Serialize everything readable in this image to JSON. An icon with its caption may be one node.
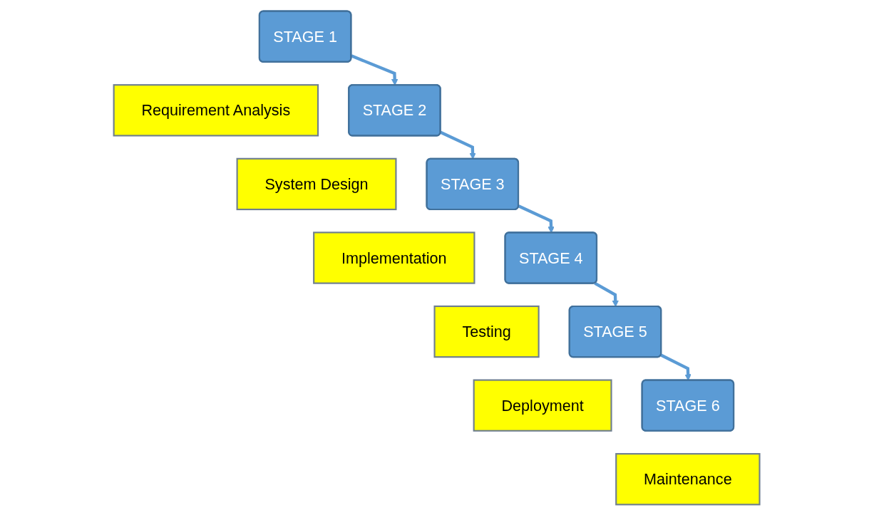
{
  "diagram": {
    "nodes": [
      {
        "text": [
          "STAGE 1"
        ]
      },
      {
        "text": [
          "Requirement Analysis"
        ]
      },
      {
        "text": [
          "STAGE 2"
        ]
      },
      {
        "text": [
          "System Design"
        ]
      },
      {
        "text": [
          "STAGE 3"
        ]
      },
      {
        "text": [
          "Implementation"
        ]
      },
      {
        "text": [
          "STAGE 4"
        ]
      },
      {
        "text": [
          "Testing"
        ]
      },
      {
        "text": [
          "STAGE 5"
        ]
      },
      {
        "text": [
          "Deployment"
        ]
      },
      {
        "text": [
          "STAGE 6"
        ]
      },
      {
        "text": [
          "Maintenance"
        ]
      }
    ],
    "edges": [
      {
        "from": 0,
        "to": 2,
        "arrow": "to"
      },
      {
        "from": 2,
        "to": 4,
        "arrow": "to"
      },
      {
        "from": 4,
        "to": 6,
        "arrow": "to"
      },
      {
        "from": 6,
        "to": 8,
        "arrow": "to"
      },
      {
        "from": 8,
        "to": 10,
        "arrow": "to"
      }
    ]
  }
}
